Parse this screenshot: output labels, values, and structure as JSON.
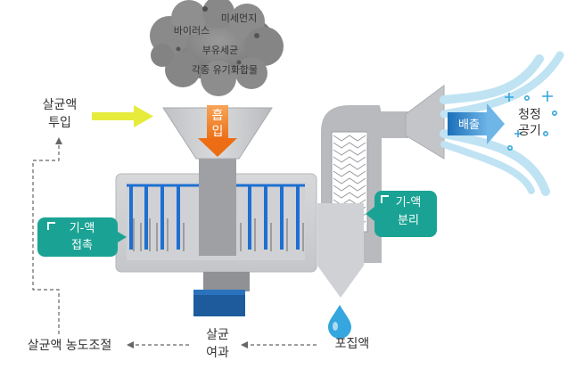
{
  "smoke": {
    "labels": [
      "미세먼지",
      "바이러스",
      "부유세균",
      "각종 유기화합물"
    ]
  },
  "inlet": {
    "line1": "살균액",
    "line2": "투입"
  },
  "suction": {
    "char1": "흡",
    "char2": "입"
  },
  "contact_badge": {
    "line1": "기-액",
    "line2": "접촉"
  },
  "separation_badge": {
    "line1": "기-액",
    "line2": "분리"
  },
  "outflow": {
    "exhaust": "배출",
    "clean_line1": "청정",
    "clean_line2": "공기"
  },
  "bottom": {
    "concentration": "살균액 농도조절",
    "filtration_line1": "살균",
    "filtration_line2": "여과",
    "collection": "포집액"
  },
  "colors": {
    "teal": "#1aa394",
    "orange": "#f07f22",
    "yellow": "#e6eb3c",
    "blue_tubes": "#1e6fd0",
    "base_block": "#1d5b9c",
    "clean_air": "#bfe3f3",
    "droplet": "#35a6de"
  }
}
